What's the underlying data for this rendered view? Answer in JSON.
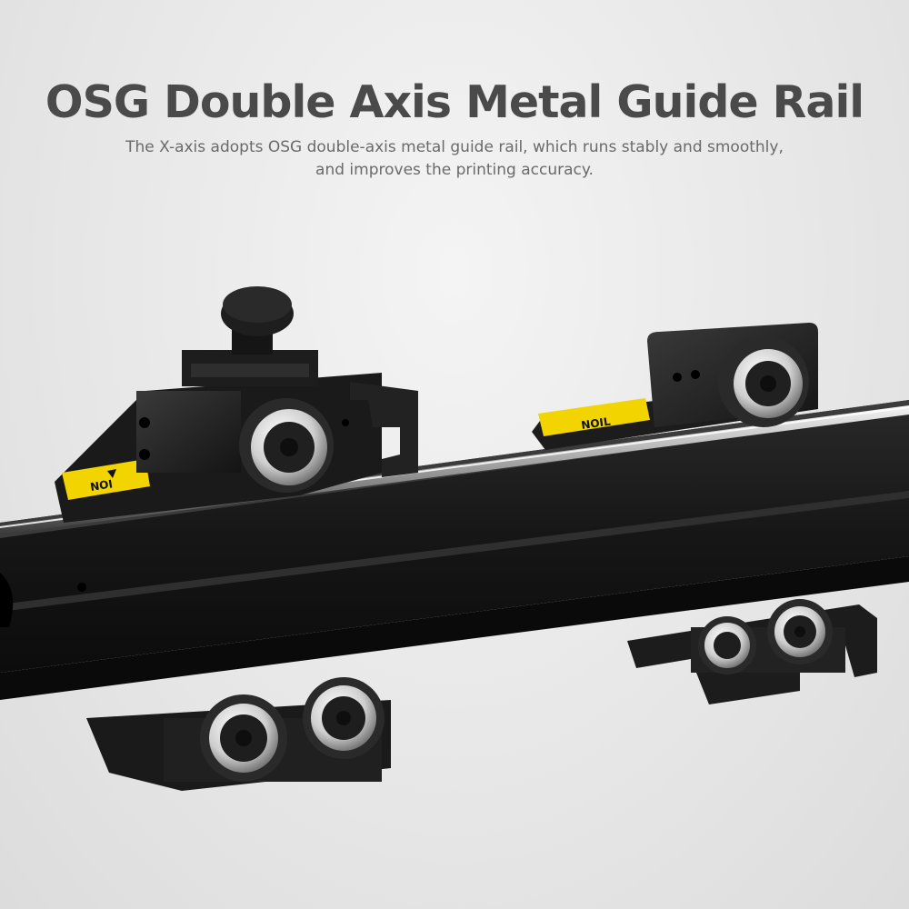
{
  "header": {
    "title": "OSG Double Axis Metal Guide Rail",
    "subtitle_line1": "The X-axis adopts OSG double-axis metal guide rail, which runs stably and smoothly,",
    "subtitle_line2": "and improves the printing accuracy."
  },
  "image": {
    "subject": "x-axis-metal-guide-rail-with-roller-carriages",
    "icons": [
      "hand-crush-warning-icon"
    ],
    "colors": {
      "background": "#e8e8e8",
      "rail": "#141414",
      "rod": "#c8c8c8",
      "warning_label": "#f2d500"
    }
  }
}
